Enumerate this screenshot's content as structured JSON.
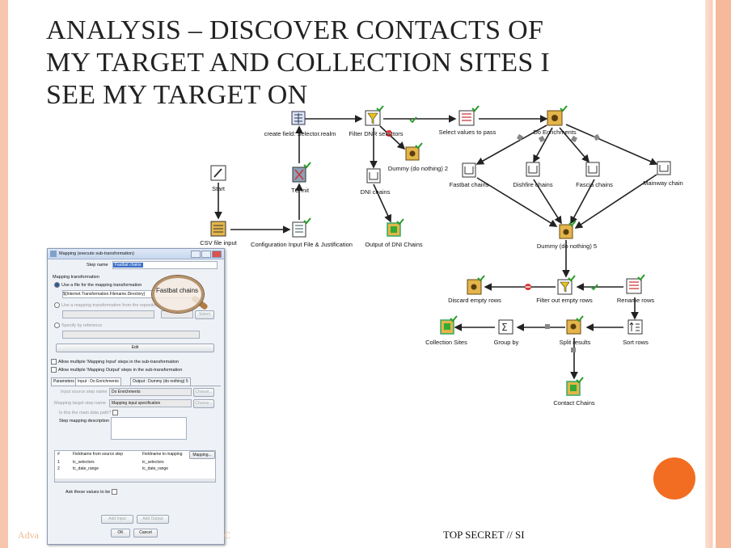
{
  "title": {
    "line1": "ANALYSIS – DISCOVER CONTACTS OF",
    "line2": "MY TARGET AND COLLECTION SITES I",
    "line3": "SEE MY TARGET ON"
  },
  "footer": {
    "left": "Adva",
    "right_fragment": "C",
    "classification": "TOP SECRET // SI"
  },
  "workflow": {
    "nodes": {
      "start": "Start",
      "tc_init": "TC Init",
      "create_field": "create field: Selector.realm",
      "filter_dnr": "Filter DNR selectors",
      "select_values": "Select values to pass",
      "do_enrichments": "Do Enrichments",
      "dummy2": "Dummy (do nothing) 2",
      "dni_chains": "DNI chains",
      "output_dni": "Output of DNI Chains",
      "csv_file_input": "CSV file input",
      "config_input": "Configuration Input File & Justification",
      "fastbat": "Fastbat chains",
      "dishfire": "Dishfire chains",
      "fascia": "Fascia chains",
      "mainway": "Mainway chain",
      "dummy5": "Dummy (do nothing) 5",
      "discard_empty": "Discard empty rows",
      "filter_empty": "Filter out empty rows",
      "rename_rows": "Rename rows",
      "collection_sites": "Collection Sites",
      "group_by": "Group by",
      "split_results": "Split results",
      "sort_rows": "Sort rows",
      "contact_chains": "Contact Chains"
    }
  },
  "dialog": {
    "title": "Mapping (execute sub-transformation)",
    "step_name_label": "Step name",
    "step_name_value": "Fastbat chains",
    "mapping_transformation_label": "Mapping transformation",
    "opt_file": "Use a file for the mapping transformation",
    "file_path": "${Internet.Transformation.Filename.Directory}",
    "opt_repo": "Use a mapping transformation from the repository",
    "select_label": "Select",
    "opt_reference": "Specify by reference",
    "edit_label": "Edit",
    "allow_input": "Allow multiple 'Mapping Input' steps in the sub-transformation",
    "allow_output": "Allow multiple 'Mapping Output' steps in the sub-transformation",
    "tab_parameters": "Parameters",
    "tab_input": "Input : Do Enrichments",
    "tab_output": "Output : Dummy (do nothing) 5",
    "input_source_label": "Input source step name",
    "input_source_value": "Do Enrichments",
    "mapping_target_label": "Mapping target step name",
    "mapping_target_value": "Mapping input specification",
    "choose_label": "Choose...",
    "main_data_path": "Is this the main data path?",
    "step_mapping_desc": "Step mapping description",
    "grid_headers": [
      "#",
      "Fieldname from source step",
      "Fieldname to mapping",
      "Mapping..."
    ],
    "grid_rows": [
      [
        "1",
        "tc_selectors",
        "tc_selectors"
      ],
      [
        "2",
        "tc_date_range",
        "tc_date_range"
      ]
    ],
    "ask_values": "Ask these values to be",
    "add_input": "Add Input",
    "add_output": "Add Output",
    "ok_label": "OK",
    "cancel_label": "Cancel",
    "magnifier_text": "Fastbat chains"
  }
}
